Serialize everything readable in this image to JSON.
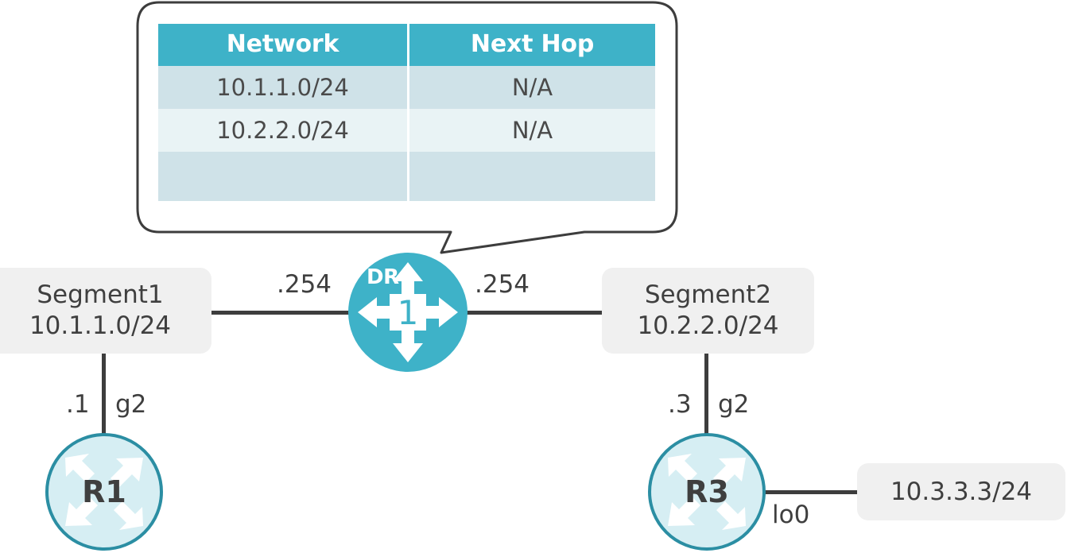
{
  "callout": {
    "table": {
      "headers": [
        "Network",
        "Next Hop"
      ],
      "rows": [
        {
          "network": "10.1.1.0/24",
          "next_hop": "N/A"
        },
        {
          "network": "10.2.2.0/24",
          "next_hop": "N/A"
        },
        {
          "network": "",
          "next_hop": ""
        }
      ]
    }
  },
  "nodes": {
    "segment1": {
      "name": "Segment1",
      "subnet": "10.1.1.0/24"
    },
    "segment2": {
      "name": "Segment2",
      "subnet": "10.2.2.0/24"
    },
    "switch": {
      "label": "DR",
      "number": "1"
    },
    "r1": {
      "label": "R1"
    },
    "r3": {
      "label": "R3"
    },
    "loopback": {
      "address": "10.3.3.3/24"
    }
  },
  "edges": {
    "sw_left_ip": ".254",
    "sw_right_ip": ".254",
    "r1_ip": ".1",
    "r1_interface": "g2",
    "r3_ip": ".3",
    "r3_interface": "g2",
    "r3_loopback_interface": "lo0"
  },
  "colors": {
    "teal": "#3eb2c8",
    "teal_dark": "#2b8ea3",
    "router_fill": "#d6eef3",
    "row_a": "#cfe2e8",
    "row_b": "#e9f3f5",
    "box_gray": "#f0f0f0",
    "line": "#3d3d3d",
    "text": "#3f3f3f"
  }
}
